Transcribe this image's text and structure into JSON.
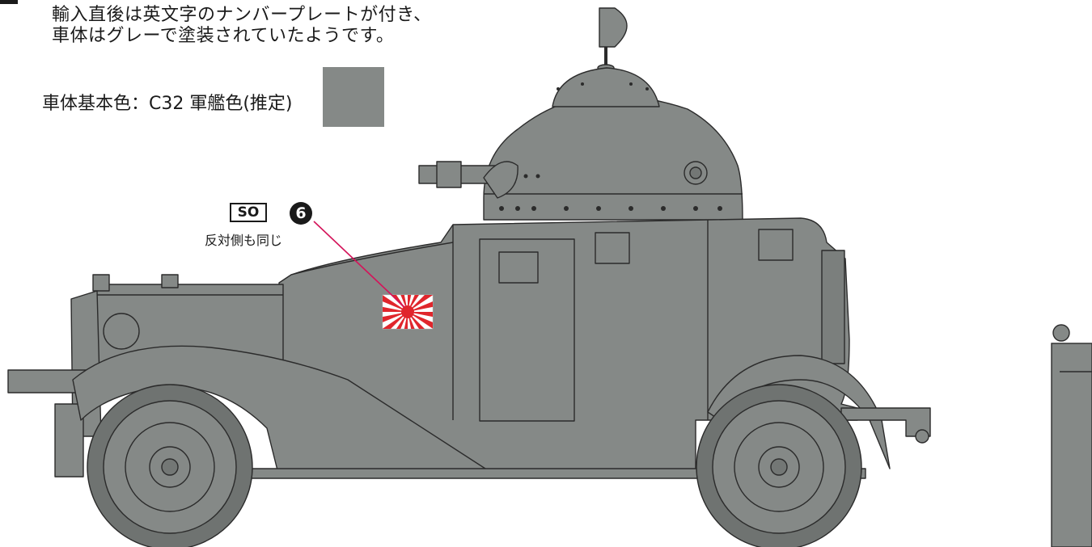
{
  "notes": {
    "line1": "輸入直後は英文字のナンバープレートが付き、",
    "line2": "車体はグレーで塗装されていたようです。"
  },
  "base_color": {
    "label": "車体基本色：C32 軍艦色(推定)",
    "swatch_hex": "#858987"
  },
  "decal": {
    "code": "SO",
    "number": "6",
    "note": "反対側も同じ",
    "leader_color": "#d4145a"
  },
  "vehicle": {
    "body_color": "#858987",
    "outline_color": "#2b2b2b",
    "flag_red": "#e0262c"
  }
}
